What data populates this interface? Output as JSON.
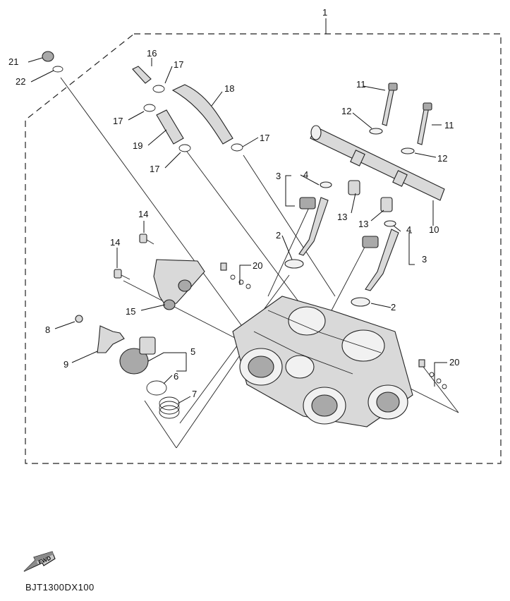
{
  "diagram": {
    "callouts": [
      "1",
      "2",
      "2",
      "3",
      "3",
      "4",
      "4",
      "5",
      "6",
      "7",
      "8",
      "9",
      "10",
      "11",
      "11",
      "12",
      "12",
      "13",
      "13",
      "14",
      "14",
      "15",
      "16",
      "17",
      "17",
      "17",
      "17",
      "18",
      "19",
      "20",
      "20",
      "21",
      "22"
    ],
    "fwd_label": "FWD",
    "drawing_code": "BJT1300DX100"
  }
}
